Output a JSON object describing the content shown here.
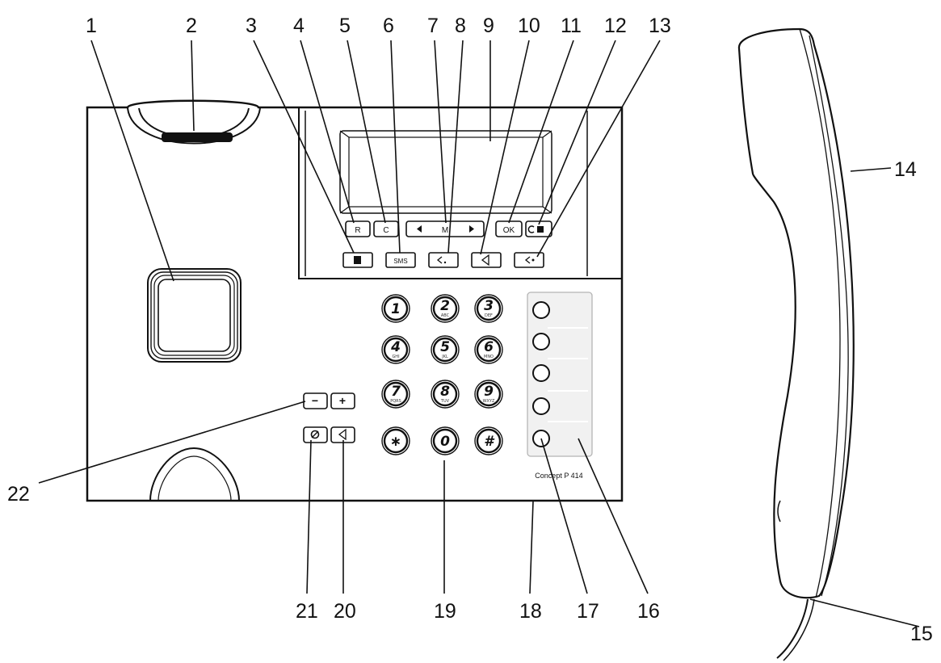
{
  "callouts": [
    "1",
    "2",
    "3",
    "4",
    "5",
    "6",
    "7",
    "8",
    "9",
    "10",
    "11",
    "12",
    "13",
    "14",
    "15",
    "16",
    "17",
    "18",
    "19",
    "20",
    "21",
    "22"
  ],
  "buttons": {
    "r": "R",
    "c": "C",
    "m": "M",
    "ok": "OK",
    "sms": "SMS",
    "minus": "−",
    "plus": "+"
  },
  "keypad": [
    {
      "n": "1",
      "s": ""
    },
    {
      "n": "2",
      "s": "ABC"
    },
    {
      "n": "3",
      "s": "DEF"
    },
    {
      "n": "4",
      "s": "GHI"
    },
    {
      "n": "5",
      "s": "JKL"
    },
    {
      "n": "6",
      "s": "MNO"
    },
    {
      "n": "7",
      "s": "PQRS"
    },
    {
      "n": "8",
      "s": "TUV"
    },
    {
      "n": "9",
      "s": "WXYZ"
    },
    {
      "n": "∗",
      "s": ""
    },
    {
      "n": "0",
      "s": ""
    },
    {
      "n": "#",
      "s": ""
    }
  ],
  "model": "Concept P 414",
  "icons": {
    "left_arrow": "left-triangle-icon",
    "right_arrow": "right-triangle-icon",
    "speaker": "speaker-icon",
    "headset": "headset-icon",
    "mute": "mute-icon",
    "redial": "redial-icon",
    "phonebook": "phonebook-icon"
  }
}
